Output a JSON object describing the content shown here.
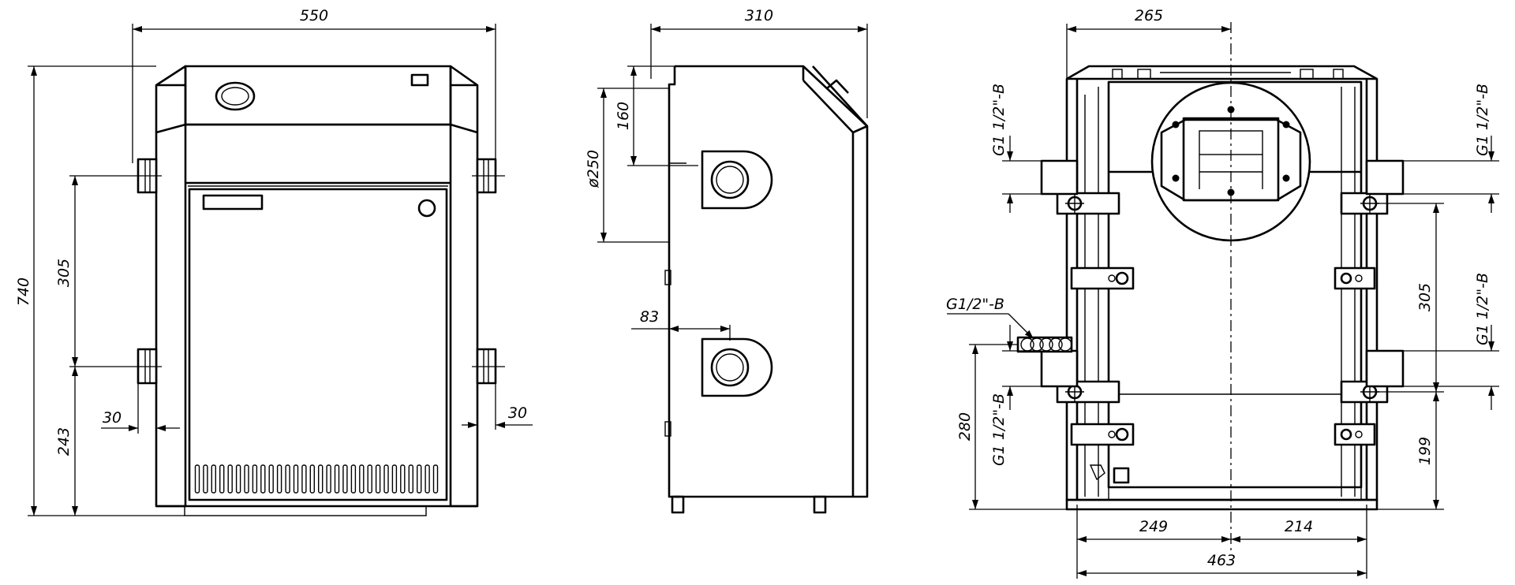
{
  "colors": {
    "line": "#000000",
    "background": "#ffffff"
  },
  "front_view": {
    "width": "550",
    "height": "740",
    "pipe_spacing": "305",
    "lower_pipe_height": "243",
    "left_offset": "30",
    "right_offset": "30"
  },
  "side_view": {
    "depth": "310",
    "flue_height": "160",
    "flue_diameter": "ø250",
    "pipe_offset": "83"
  },
  "rear_view": {
    "flue_offset": "265",
    "left_part": "249",
    "right_part": "214",
    "total_width": "463",
    "right_pipe_spacing": "305",
    "right_lower_height": "199",
    "left_lower_height": "280",
    "thread_label": "G1/2\"-B",
    "thread_upper_left": "G1 1/2\"-B",
    "thread_upper_right": "G1 1/2\"-B",
    "thread_lower_left": "G1 1/2\"-B",
    "thread_lower_right": "G1 1/2\"-B"
  }
}
